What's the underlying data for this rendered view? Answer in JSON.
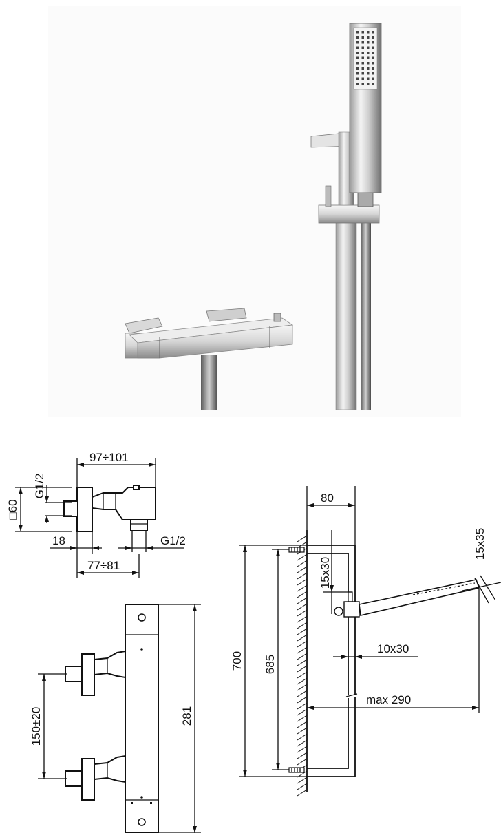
{
  "product_photo": {
    "items": [
      "thermostatic-bar-mixer",
      "shower-slide-rail",
      "hand-shower"
    ]
  },
  "mixer_side_view": {
    "width_range": "97÷101",
    "depth_range": "77÷81",
    "wall_offset": "18",
    "inlet_thread": "G1/2",
    "outlet_thread": "G1/2",
    "square_size": "□60"
  },
  "mixer_front_view": {
    "inlet_spacing": "150±20",
    "height": "281"
  },
  "rail_drawing": {
    "wall_projection": "80",
    "total_height": "700",
    "bracket_spacing": "685",
    "slider_section": "15x30",
    "rail_section": "10x30",
    "handshower_section": "15x35",
    "max_reach": "max  290"
  }
}
